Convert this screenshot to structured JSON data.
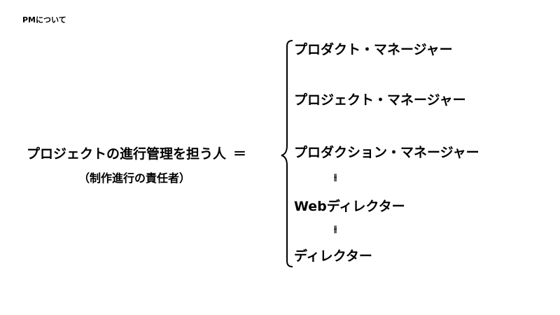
{
  "header": {
    "title": "PMについて"
  },
  "left": {
    "main_term": "プロジェクトの進行管理を担う人",
    "equals_sign": "＝",
    "sub_term": "（制作進行の責任者）"
  },
  "roles": [
    "プロダクト・マネージャー",
    "プロジェクト・マネージャー",
    "プロダクション・マネージャー",
    "Webディレクター",
    "ディレクター"
  ],
  "equivalence_symbols": [
    "⫲",
    "⫲"
  ]
}
